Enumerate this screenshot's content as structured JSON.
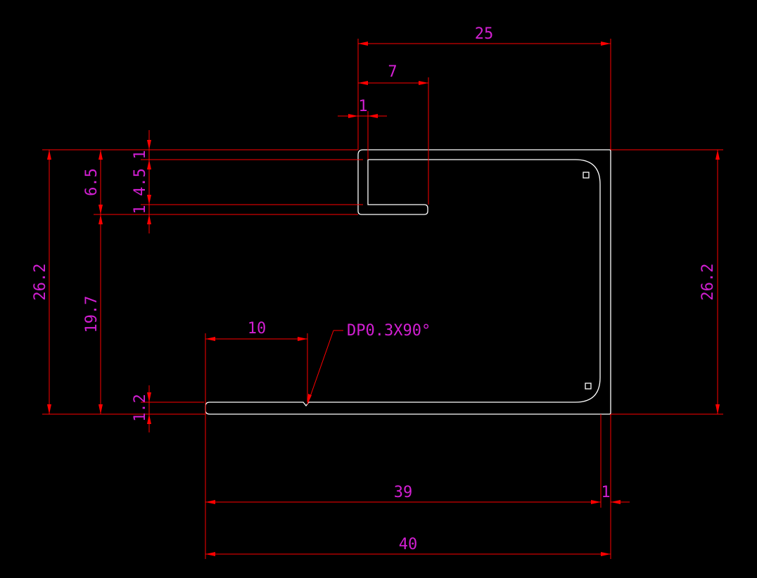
{
  "colors": {
    "background": "#000000",
    "dimension_line": "#ff0000",
    "dimension_text": "#d21fd2",
    "part_outline": "#ffffff"
  },
  "dimensions": {
    "top_overall": "25",
    "tab_width": "7",
    "tab_thickness": "1",
    "left_overall": "26.2",
    "right_overall": "26.2",
    "left_upper": "6.5",
    "left_lower": "19.7",
    "stack_top": "1",
    "stack_mid": "4.5",
    "stack_bottom": "1",
    "bottom_tab_thickness": "1.2",
    "notch_offset": "10",
    "bottom_39": "39",
    "bottom_1": "1",
    "bottom_overall": "40"
  },
  "notes": {
    "notch_callout": "DP0.3X90°"
  }
}
